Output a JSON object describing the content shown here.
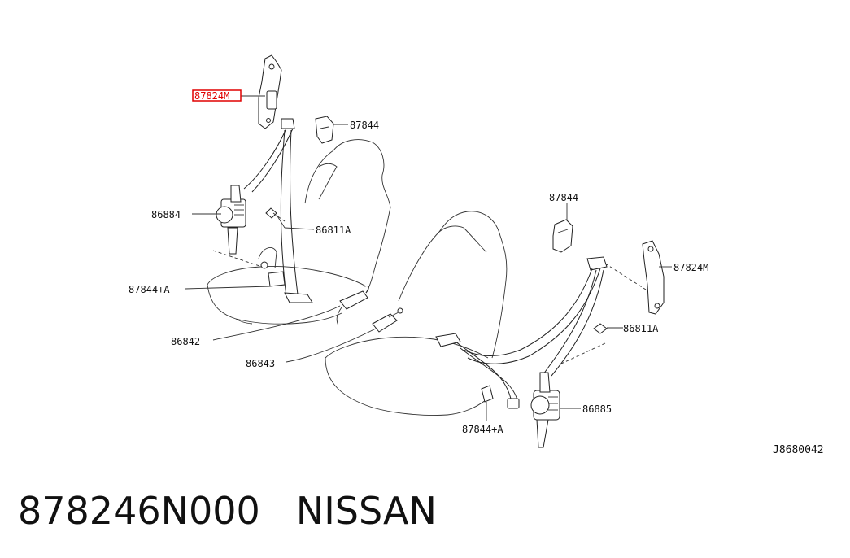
{
  "diagram": {
    "callouts": {
      "top_left_pillar": "87824M",
      "top_cover": "87844",
      "left_retractor": "86884",
      "left_bolt": "86811A",
      "left_bracket": "87844+A",
      "left_buckle": "86842",
      "center_buckle": "86843",
      "right_cover": "87844",
      "right_pillar": "87824M",
      "right_bolt": "86811A",
      "right_retractor": "86885",
      "bottom_bracket": "87844+A"
    },
    "figure_code": "J8680042",
    "highlight_color": "#e00000"
  },
  "footer": {
    "part_number": "878246N000",
    "brand": "NISSAN"
  }
}
